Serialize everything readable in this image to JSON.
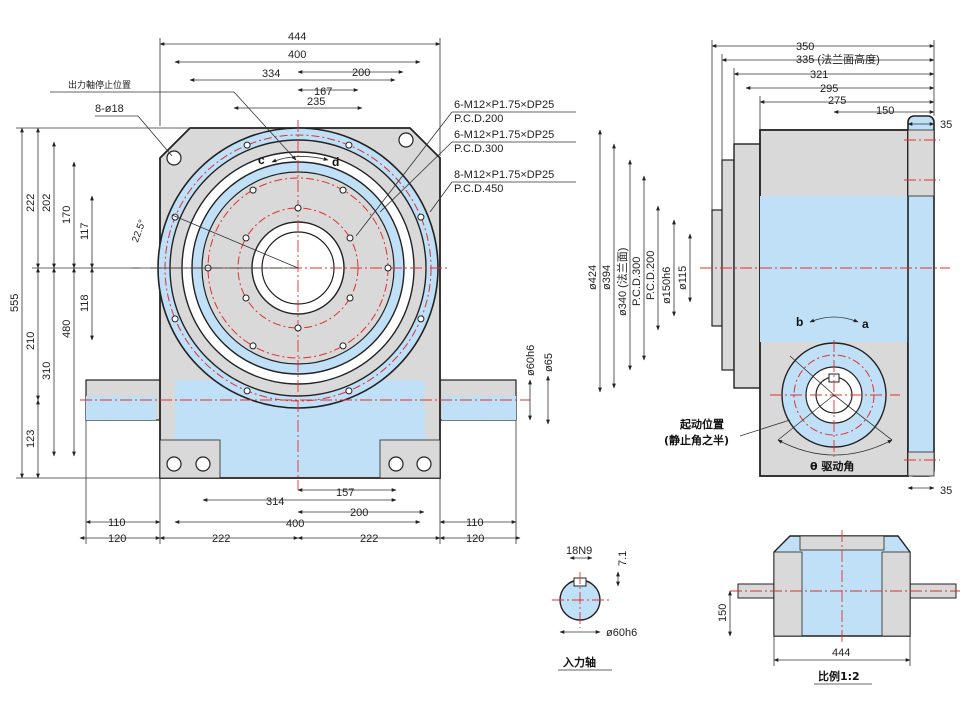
{
  "colors": {
    "body_fill": "#d9d9d9",
    "accent_fill": "#bfe0f7",
    "outline": "#222222",
    "centerline": "#e03030",
    "background": "#ffffff"
  },
  "front_view": {
    "top_dims": [
      "444",
      "400",
      "334",
      "200",
      "167",
      "235"
    ],
    "left_dims": [
      "555",
      "222",
      "202",
      "170",
      "117",
      "480",
      "118",
      "210",
      "310",
      "123"
    ],
    "angle": "22.5°",
    "bottom_dims": [
      "314",
      "157",
      "200",
      "400",
      "222",
      "222"
    ],
    "side_dims": [
      "110",
      "120",
      "110",
      "120"
    ],
    "shaft_dims": [
      "ø60h6",
      "ø65"
    ],
    "holes_label": "8-ø18",
    "output_stop_label": "出力軸停止位置",
    "rotation_c": "c",
    "rotation_d": "d",
    "tap_notes": [
      {
        "spec": "6-M12×P1.75×DP25",
        "pcd": "P.C.D.200"
      },
      {
        "spec": "6-M12×P1.75×DP25",
        "pcd": "P.C.D.300"
      },
      {
        "spec": "8-M12×P1.75×DP25",
        "pcd": "P.C.D.450"
      }
    ]
  },
  "side_view": {
    "top_dims": [
      "350",
      "335 (法兰面高度)",
      "321",
      "295",
      "275",
      "150",
      "35"
    ],
    "left_dims": [
      "ø424",
      "ø394",
      "ø340 (法兰面)",
      "P.C.D.300",
      "P.C.D.200",
      "ø150h6",
      "ø115"
    ],
    "bottom_dim": "35",
    "rotation_b": "b",
    "rotation_a": "a",
    "start_label_1": "起动位置",
    "start_label_2": "(静止角之半)",
    "theta_label": "θ 驱动角"
  },
  "shaft_detail": {
    "key_width": "18N9",
    "key_depth": "7.1",
    "diameter": "ø60h6",
    "caption": "入力轴"
  },
  "bottom_view": {
    "height_dim": "150",
    "width_dim": "444",
    "caption": "比例1:2"
  }
}
